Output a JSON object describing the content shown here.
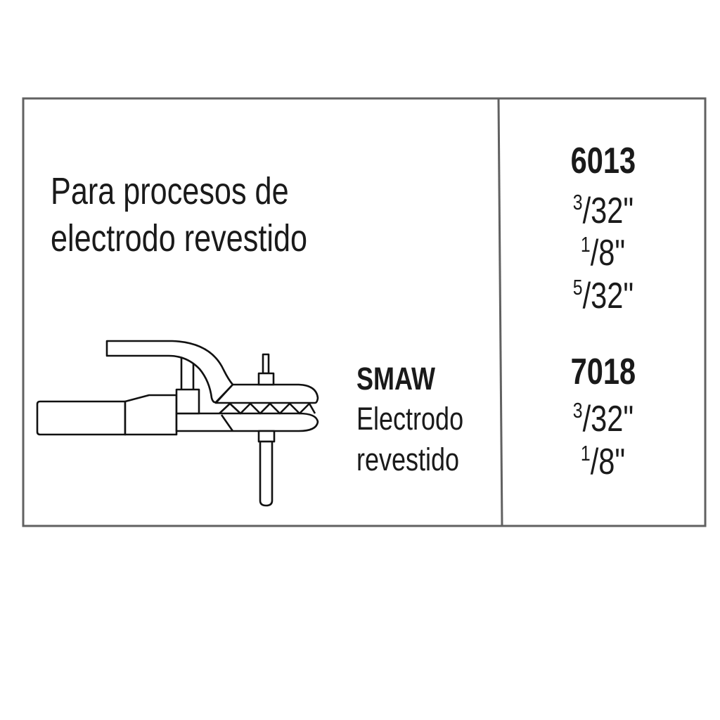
{
  "heading": {
    "line1": "Para procesos de",
    "line2": "electrodo revestido"
  },
  "process": {
    "code": "SMAW",
    "line1": "Electrodo",
    "line2": "revestido",
    "icon": "electrode-holder-icon"
  },
  "electrodes": [
    {
      "code": "6013",
      "sizes": [
        {
          "num": "3",
          "den": "/32\""
        },
        {
          "num": "1",
          "den": "/8\""
        },
        {
          "num": "5",
          "den": "/32\""
        }
      ]
    },
    {
      "code": "7018",
      "sizes": [
        {
          "num": "3",
          "den": "/32\""
        },
        {
          "num": "1",
          "den": "/8\""
        }
      ]
    }
  ],
  "colors": {
    "border": "#616161",
    "text": "#1a1a1a",
    "background": "#ffffff"
  }
}
